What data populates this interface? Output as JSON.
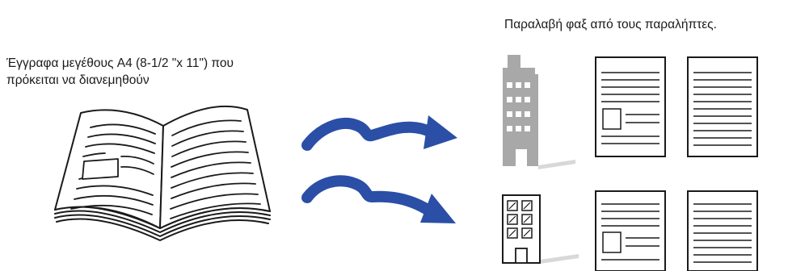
{
  "source": {
    "label_line1": "Έγγραφα μεγέθους A4 (8-1/2 \"x 11\") που",
    "label_line2": "πρόκειται να διανεμηθούν"
  },
  "destination": {
    "label": "Παραλαβή φαξ από τους παραλήπτες."
  },
  "colors": {
    "arrow": "#2b4fa6",
    "building_gray": "#a8a8a8",
    "outline": "#1a1a1a",
    "shadow": "#d8d8d8"
  },
  "icons": [
    "open-book-icon",
    "arrow-icon",
    "building-icon",
    "fax-page-icon",
    "blank-page-icon"
  ]
}
